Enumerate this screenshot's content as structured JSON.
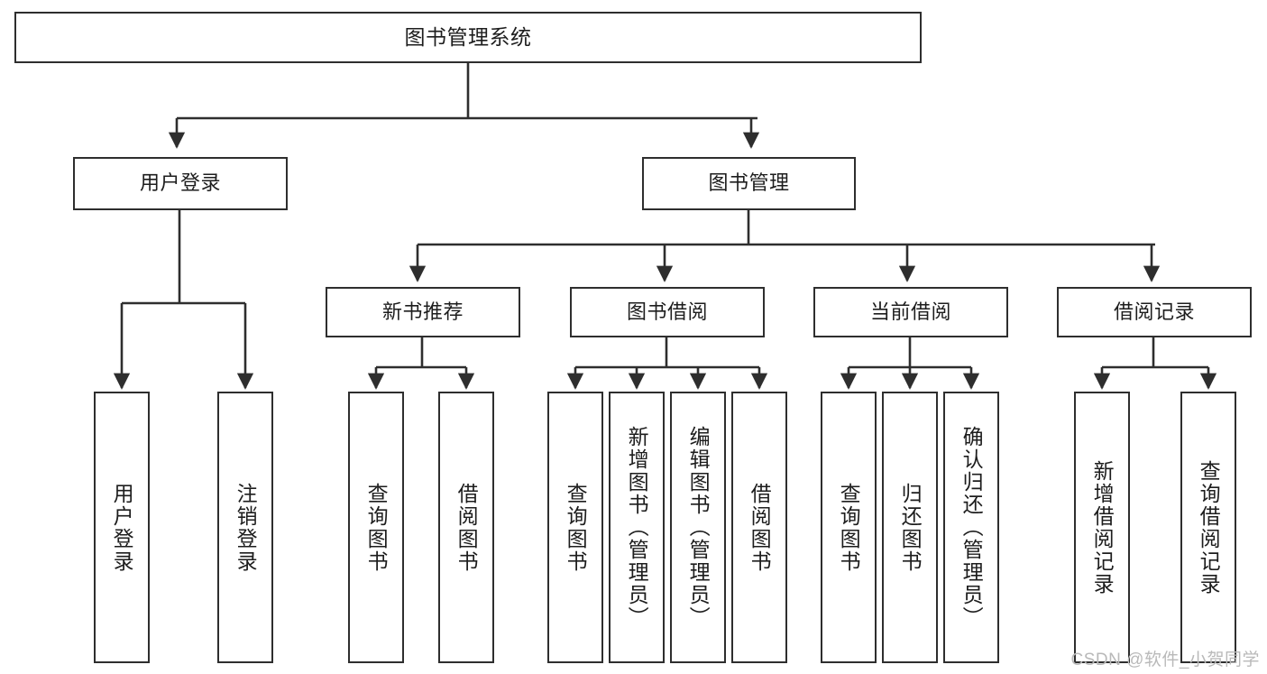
{
  "diagram": {
    "title": "图书管理系统",
    "type": "tree",
    "background_color": "#ffffff",
    "line_color": "#2e2e2e",
    "text_color": "#1d1d1d",
    "root": {
      "label": "图书管理系统"
    },
    "level1": [
      {
        "label": "用户登录"
      },
      {
        "label": "图书管理"
      }
    ],
    "level2": [
      {
        "label": "新书推荐"
      },
      {
        "label": "图书借阅"
      },
      {
        "label": "当前借阅"
      },
      {
        "label": "借阅记录"
      }
    ],
    "leaves": {
      "user_login": [
        {
          "label": "用户登录"
        },
        {
          "label": "注销登录"
        }
      ],
      "new_book_recommend": [
        {
          "label": "查询图书"
        },
        {
          "label": "借阅图书"
        }
      ],
      "book_borrow": [
        {
          "label": "查询图书"
        },
        {
          "label": "新增图书（管理员）"
        },
        {
          "label": "编辑图书（管理员）"
        },
        {
          "label": "借阅图书"
        }
      ],
      "current_borrow": [
        {
          "label": "查询图书"
        },
        {
          "label": "归还图书"
        },
        {
          "label": "确认归还（管理员）"
        }
      ],
      "borrow_record": [
        {
          "label": "新增借阅记录"
        },
        {
          "label": "查询借阅记录"
        }
      ]
    }
  },
  "watermark": {
    "text": "CSDN @软件_小贺同学"
  }
}
